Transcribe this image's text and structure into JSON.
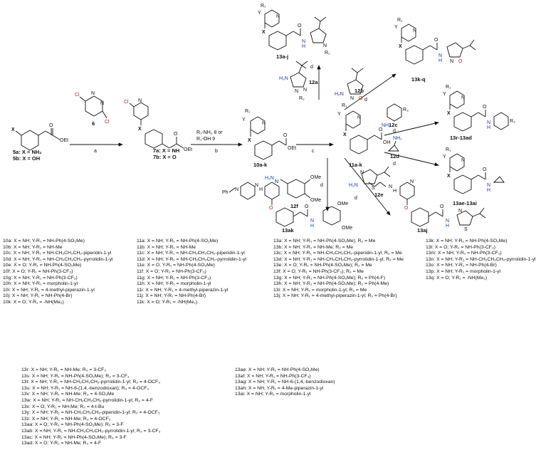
{
  "compounds": {
    "c5": [
      "5a: X = NH₂",
      "5b: X = OH"
    ],
    "c6": "6",
    "c7": [
      "7a: X = NH",
      "7b: X = O"
    ],
    "c10": "10a-k",
    "c11": "11a-k",
    "c12a": "12a",
    "c12b": "12b",
    "c12c": "12c",
    "c12d": "12d",
    "c12e": "12e",
    "c12f": "12f",
    "p13aj": "13a-j",
    "p13kq": "13k-q",
    "p13rad": "13r-13ad",
    "p13aeai": "13ae-13ai",
    "p13ak": "13ak",
    "p13aj_single": "13aj"
  },
  "reagents": {
    "step_a": "a",
    "step_b": "b",
    "step_c": "c",
    "step_d": "d",
    "r8_line1": "R₁-NH₂  8 or",
    "r8_line2": "R₁-OH  9"
  },
  "atoms": {
    "Cl": "Cl",
    "N": "N",
    "X": "X",
    "O": "O",
    "OEt": "OEt",
    "OH": "OH",
    "H": "H",
    "R1": "R₁",
    "R2": "R₂",
    "R3": "R₃",
    "Y": "Y",
    "NH2": "NH₂",
    "H2N": "H₂N",
    "OMe": "OMe",
    "Ph": "Ph",
    "S": "S"
  },
  "legend": {
    "col10": [
      "10a: X = NH; Y-R₁ = NH-Ph(4-SO₂Me)",
      "10b: X = NH; Y-R₁ = NH-Me",
      "10c: X = NH; Y-R₁ = NH-CH₂CH₂CH₂-piperidin-1-yl",
      "10d: X = NH; Y-R₁ = NH-CH₂CH₂CH₂-pyrrolidin-1-yl",
      "10e: X = O; Y-R₁ = NH-Ph(4-SO₂Me)",
      "10f: X = O; Y-R₁ = NH-Ph(3-CF₃)",
      "10g: X = NH; Y-R₁ = NH-Ph(3-CF₃)",
      "10h: X = NH; Y-R₁ = morpholin-1-yl",
      "10i: X = NH; Y-R₁ = 4-methyl-piperazin-1-yl",
      "10j: X = NH; Y-R₁ = NH-Ph(4-Br)",
      "10k: X = O; Y-R₁ = -NH(Me₂)"
    ],
    "col11": [
      "11a: X = NH; Y-R₁ = NH-Ph(4-SO₂Me)",
      "11b: X = NH; Y-R₁ = NH-Me",
      "11c: X = NH; Y-R₁ = NH-CH₂CH₂CH₂-piperidin-1-yl",
      "11d: X = NH; Y-R₁ = NH-CH₂CH₂CH₂-pyrrolidin-1-yl",
      "11e: X = O; Y-R₁ = NH-Ph(4-SO₂Me)",
      "11f: X = O; Y-R₁ = NH-Ph(3-CF₃)",
      "11g: X = NH; Y-R₁ = NH-Ph(3-CF₃)",
      "11h: X = NH; Y-R₁ = morpholin-1-yl",
      "11i: X = NH; Y-R₁ = 4-methyl-piperazin-1-yl",
      "11j: X = NH; Y-R₁ = NH-Ph(4-Br)",
      "11k: X = O; Y-R₁ = -NH(Me₂)"
    ],
    "col13a": [
      "13a: X = NH; Y-R₁ = NH-Ph(4-SO₂Me); R₂ = Me",
      "13b: X = NH; Y-R₁ = NH-Me; R₂ = Me",
      "13c: X = NH; Y-R₁ = NH-CH₂CH₂CH₂-piperidin-1-yl; R₂ = Me",
      "13d: X = NH; Y-R₁ = NH-CH₂CH₂CH₂-pyrrolidin-1-yl; R₂ = Me",
      "13e: X = O; Y-R₁ = NH-Ph(4-SO₂Me); R₂ = Me",
      "13f: X = O; Y-R₁ = NH-Ph(3-CF₃); R₂ = Me",
      "13g: X = NH; Y-R₁ = NH-Ph(4-SO₂Me); R₂ = Ph(4-F)",
      "13h: X = NH; Y-R₁ = NH-Ph(4-SO₂Me); R₂ = Ph(4-Me)",
      "13i: X = NH; Y-R₁ = morpholin-1-yl; R₂ = Me",
      "13j: X = NH; Y-R₁ = 4-methyl-piperazin-1-yl; R₂ = Ph(4-Br)"
    ],
    "col13k": [
      "13k: X = NH; Y-R₁ = NH-Ph(4-SO₂Me)",
      "13l: X = O; Y-R₁ = NH-Ph(3-CF₃)",
      "13m: X = NH; Y-R₁ = NH-Ph(3-CF₃)",
      "13n: X = NH; Y-R₁ = NH-CH₂CH₂CH₂-pyrrolidin-1-yl",
      "13o: X = NH; Y-R₁ = NH-Ph(4-Br)",
      "13p: X = NH; Y-R₁ = morpholin-1-yl",
      "13q: X = O; Y-R₁ = -NH(Me₂)"
    ],
    "col13r": [
      "13r: X = NH; Y-R₁ = NH-Me; R₃ = 3-CF₃",
      "13s: X = NH; Y-R₁ = NH-Ph(4-SO₂Me); R₃ = 3-CF₃",
      "13t: X = NH; Y-R₁ = NH-CH₂CH₂CH₂-pyrrolidin-1-yl; R₃ = 4-OCF₃",
      "13u: X = NH; Y-R₁ = NH-6-(1,4,-benzodioxan); R₃ = 4-OCF₃",
      "13v: X = NH; Y-R₁ = NH-Me; R₃ = 4-SO₂Me",
      "13w: X = NH; Y-R₁ = NH-CH₂CH₂CH₂-pyrrolidin-1-yl; R₃ = 4-F",
      "13x: X = O; Y-R₁ = NH-Me; R₃ = 4-t-Bu",
      "13y: X = NH; Y-R₁ = NH-CH₂CH₂CH₂-piperidin-1-yl; R₃ = 4-OCF₃",
      "13z: X = NH; Y-R₁ = NH-Me; R₃ = 4-OCF₃",
      "13aa: X = O; Y-R₁ = NH-Ph(4-SO₂Me); R₃ = 3-F",
      "13ab: X = NH; Y-R₁ = NH-CH₂CH₂CH₂-pyrrolidin-1-yl; R₃ = 3-CF₃",
      "13ac: X = NH; Y-R₁ = NH-Ph(4-SO₂Me); R₃ = 3-F",
      "13ad: X = O; Y-R₁ = NH-Me; R₃ = 4-F"
    ],
    "col13ae": [
      "13ae: X = NH; Y-R₁ = NH-Ph(4-SO₂Me)",
      "13af: X = NH; Y-R₁ = NH-Ph(3-CF₃)",
      "13ag: X = NH; Y-R₁ = NH-6-(1,4,-benzodioxan)",
      "13ah: X = NH; Y-R₁ = 4-Me-piperazin-1-yl",
      "13ai: X = NH; Y-R₁ = morpholin-1-yl"
    ]
  }
}
